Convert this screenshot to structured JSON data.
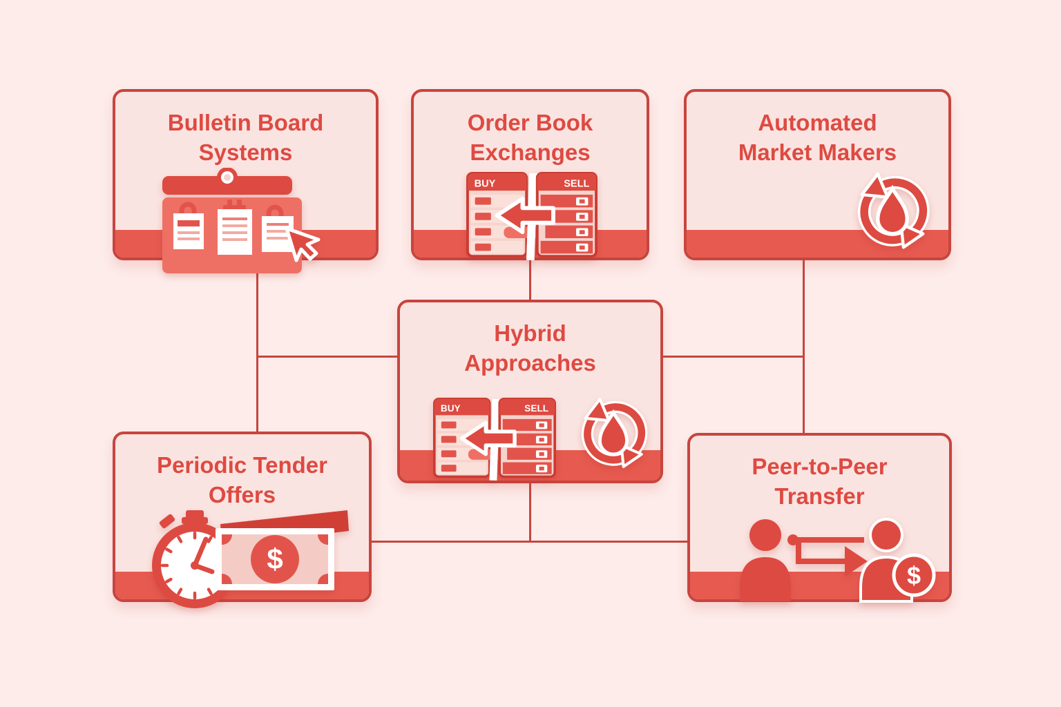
{
  "colors": {
    "page-bg": "#fdecea",
    "card-bg": "#fae4e1",
    "card-border": "#c7453e",
    "strip": "#e65a50",
    "title": "#de4a42",
    "red": "#dd4a41",
    "dark-red": "#c93c33",
    "salmon": "#ee7065",
    "chip": "#e2544b",
    "panel": "#f6d3cd",
    "row": "#fbe0da",
    "flap": "#d03f36",
    "soft-line": "#f2aaa2"
  },
  "cards": {
    "bulletin_board": {
      "line1": "Bulletin Board",
      "line2": "Systems"
    },
    "order_book": {
      "line1": "Order Book",
      "line2": "Exchanges"
    },
    "amm": {
      "line1": "Automated",
      "line2": "Market Makers"
    },
    "hybrid": {
      "line1": "Hybrid",
      "line2": "Approaches"
    },
    "tender": {
      "line1": "Periodic Tender",
      "line2": "Offers"
    },
    "p2p": {
      "line1": "Peer-to-Peer",
      "line2": "Transfer"
    }
  },
  "icon_labels": {
    "buy": "BUY",
    "sell": "SELL",
    "dollar": "$"
  }
}
